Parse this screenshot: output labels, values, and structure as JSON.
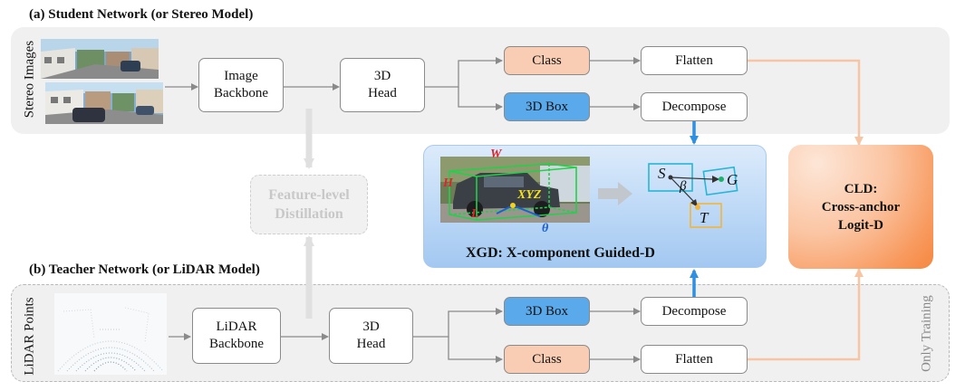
{
  "student": {
    "title": "(a) Student Network (or Stereo Model)",
    "side_label": "Stereo Images",
    "image_backbone": "Image\nBackbone",
    "head": "3D\nHead",
    "class": "Class",
    "box3d": "3D Box",
    "flatten": "Flatten",
    "decompose": "Decompose"
  },
  "teacher": {
    "title": "(b) Teacher Network (or LiDAR Model)",
    "side_label": "LiDAR Points",
    "side_label_right": "Only Training",
    "lidar_backbone": "LiDAR\nBackbone",
    "head": "3D\nHead",
    "box3d": "3D Box",
    "class": "Class",
    "decompose": "Decompose",
    "flatten": "Flatten"
  },
  "feature_distill": "Feature-level\nDistillation",
  "xgd": {
    "title": "XGD:  X-component Guided-D",
    "car_labels": {
      "W": "W",
      "H": "H",
      "L": "L",
      "XYZ": "XYZ",
      "theta": "θ"
    },
    "symbols": {
      "S": "S",
      "G": "G",
      "T": "T",
      "beta": "β"
    }
  },
  "cld": {
    "label": "CLD:\nCross-anchor\nLogit-D"
  },
  "colors": {
    "class_fill": "#f9cdb3",
    "box_fill": "#5aa9ea",
    "blue_arrow": "#2f8fe0",
    "orange_line": "#f7c4a4",
    "gray_arrow": "#e0e0e0"
  }
}
